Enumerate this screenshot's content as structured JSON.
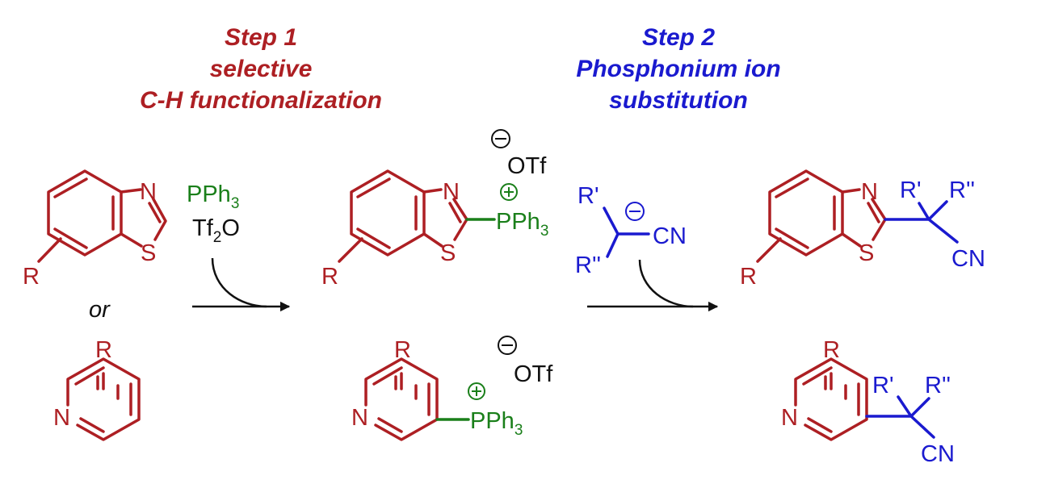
{
  "colors": {
    "core": "#ad1f23",
    "reagent": "#1a7f1a",
    "substituent": "#1a1acf",
    "ink": "#111111"
  },
  "step1": {
    "title": "Step 1",
    "line1": "selective",
    "line2": "C-H functionalization"
  },
  "step2": {
    "title": "Step 2",
    "line1": "Phosphonium ion",
    "line2": "substitution"
  },
  "reagents1": {
    "phosphine_main": "PPh",
    "phosphine_sub": "3",
    "anhydride_a": "Tf",
    "anhydride_sub": "2",
    "anhydride_b": "O"
  },
  "connector": "or",
  "atoms": {
    "N": "N",
    "S": "S",
    "R": "R",
    "Rp": "R'",
    "Rpp": "R''",
    "CN": "CN",
    "OTf": "OTf",
    "PPh": "PPh",
    "sub3": "3"
  },
  "icons": {
    "minus": "minus-circle-icon",
    "plus": "plus-circle-icon",
    "arrow": "curved-reaction-arrow-icon"
  }
}
